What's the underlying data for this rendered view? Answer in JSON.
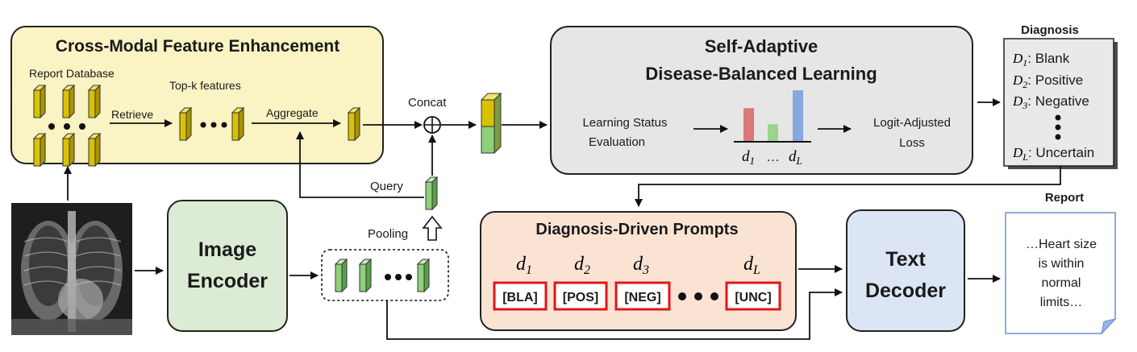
{
  "cross_modal": {
    "title": "Cross-Modal Feature Enhancement",
    "report_database": "Report Database",
    "topk": "Top-k features",
    "retrieve": "Retrieve",
    "aggregate": "Aggregate",
    "concat": "Concat",
    "query": "Query",
    "pooling": "Pooling"
  },
  "image_encoder": {
    "line1": "Image",
    "line2": "Encoder"
  },
  "self_adaptive": {
    "line1": "Self-Adaptive",
    "line2": "Disease-Balanced Learning",
    "learning_status_1": "Learning Status",
    "learning_status_2": "Evaluation",
    "logit_1": "Logit-Adjusted",
    "logit_2": "Loss",
    "d_first": "d",
    "sub_first": "1",
    "dots": "…",
    "d_last": "d",
    "sub_last": "L",
    "bar_values": [
      0.55,
      0.28,
      0.85
    ],
    "bar_colors": [
      "#d9777a",
      "#9cd38f",
      "#86a8e0"
    ]
  },
  "diagnosis": {
    "title": "Diagnosis",
    "items": [
      {
        "d": "D",
        "sub": "1",
        "label": ": Blank"
      },
      {
        "d": "D",
        "sub": "2",
        "label": ": Positive"
      },
      {
        "d": "D",
        "sub": "3",
        "label": ": Negative"
      },
      {
        "d": "D",
        "sub": "L",
        "label": ": Uncertain"
      }
    ]
  },
  "prompts": {
    "title": "Diagnosis-Driven Prompts",
    "d_labels": [
      {
        "d": "d",
        "sub": "1"
      },
      {
        "d": "d",
        "sub": "2"
      },
      {
        "d": "d",
        "sub": "3"
      },
      {
        "d": "d",
        "sub": "L"
      }
    ],
    "tokens": [
      "[BLA]",
      "[POS]",
      "[NEG]",
      "[UNC]"
    ]
  },
  "text_decoder": {
    "line1": "Text",
    "line2": "Decoder"
  },
  "report": {
    "title": "Report",
    "lines": [
      "…Heart size",
      "is within",
      "normal",
      "limits…"
    ]
  },
  "colors": {
    "yellow_fill": "#faf3c3",
    "gray_fill": "#e6e6e6",
    "green_fill": "#dcebd3",
    "peach_fill": "#fbe3d4",
    "blue_fill": "#dbe5f4",
    "cube_yellow": "#d9c200",
    "cube_green": "#8fd07a",
    "token_red": "#e0161b"
  }
}
